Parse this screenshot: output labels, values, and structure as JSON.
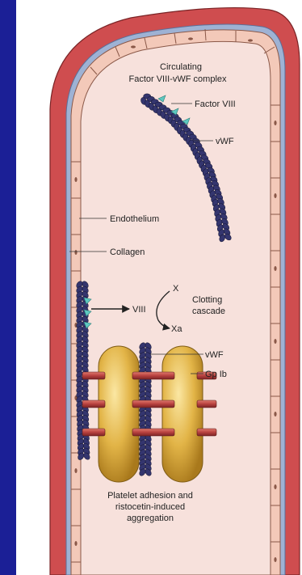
{
  "colors": {
    "background": "#1b1f96",
    "panel": "#ffffff",
    "lumen": "#f7e1dc",
    "vessel_wall": "#cf4d4f",
    "collagen": "#9eb2d4",
    "endothelial_cell": "#f3c9b9",
    "vwf": "#34356e",
    "factor_viii": "#5ec8c0",
    "platelet": "#d6a839",
    "gp_ib": "#b8413f"
  },
  "labels": {
    "title_line1": "Circulating",
    "title_line2": "Factor VIII-vWF complex",
    "factor_viii": "Factor VIII",
    "vwf_top": "vWF",
    "endothelium": "Endothelium",
    "collagen": "Collagen",
    "viii": "VIII",
    "x": "X",
    "xa": "Xa",
    "clotting_line1": "Clotting",
    "clotting_line2": "cascade",
    "vwf_bottom": "vWF",
    "gp_ib": "Gp Ib",
    "caption_line1": "Platelet adhesion and",
    "caption_line2": "ristocetin-induced",
    "caption_line3": "aggregation"
  }
}
